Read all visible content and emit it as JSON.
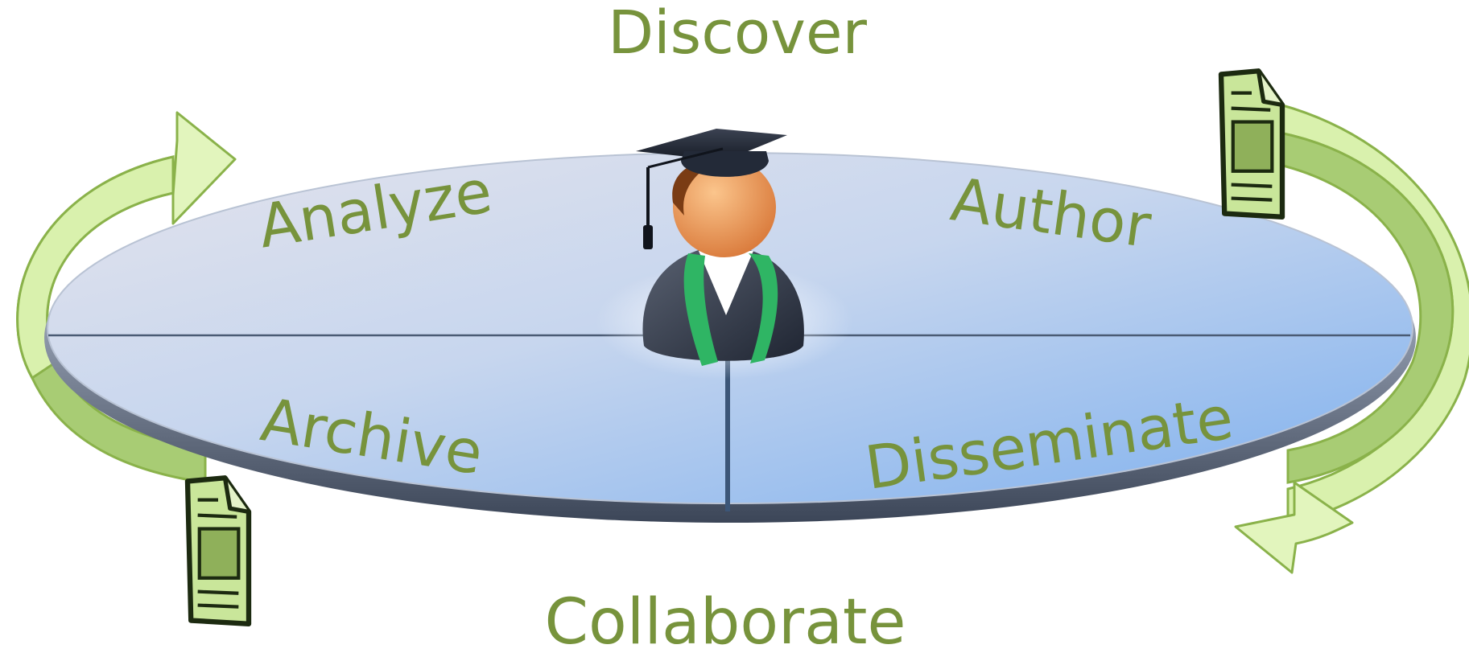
{
  "labels": {
    "discover": "Discover",
    "analyze": "Analyze",
    "author": "Author",
    "archive": "Archive",
    "disseminate": "Disseminate",
    "collaborate": "Collaborate"
  },
  "icons": {
    "center": "graduate-student-icon",
    "document": "document-icon",
    "cycle_arrow": "curved-arrow-icon"
  },
  "colors": {
    "label_green": "#77933c",
    "arrow_fill": "#d7f0a8",
    "arrow_shadow": "#9fc56a",
    "arrow_outline": "#8ab24a",
    "disc_top": "#d9dbe8",
    "disc_bottom": "#8fb8ee",
    "document_fill": "#c9e69a",
    "document_outline": "#1c2a10",
    "gown": "#3a4352",
    "stole": "#2fb564",
    "face": "#f0a25c",
    "cap": "#232a38"
  }
}
